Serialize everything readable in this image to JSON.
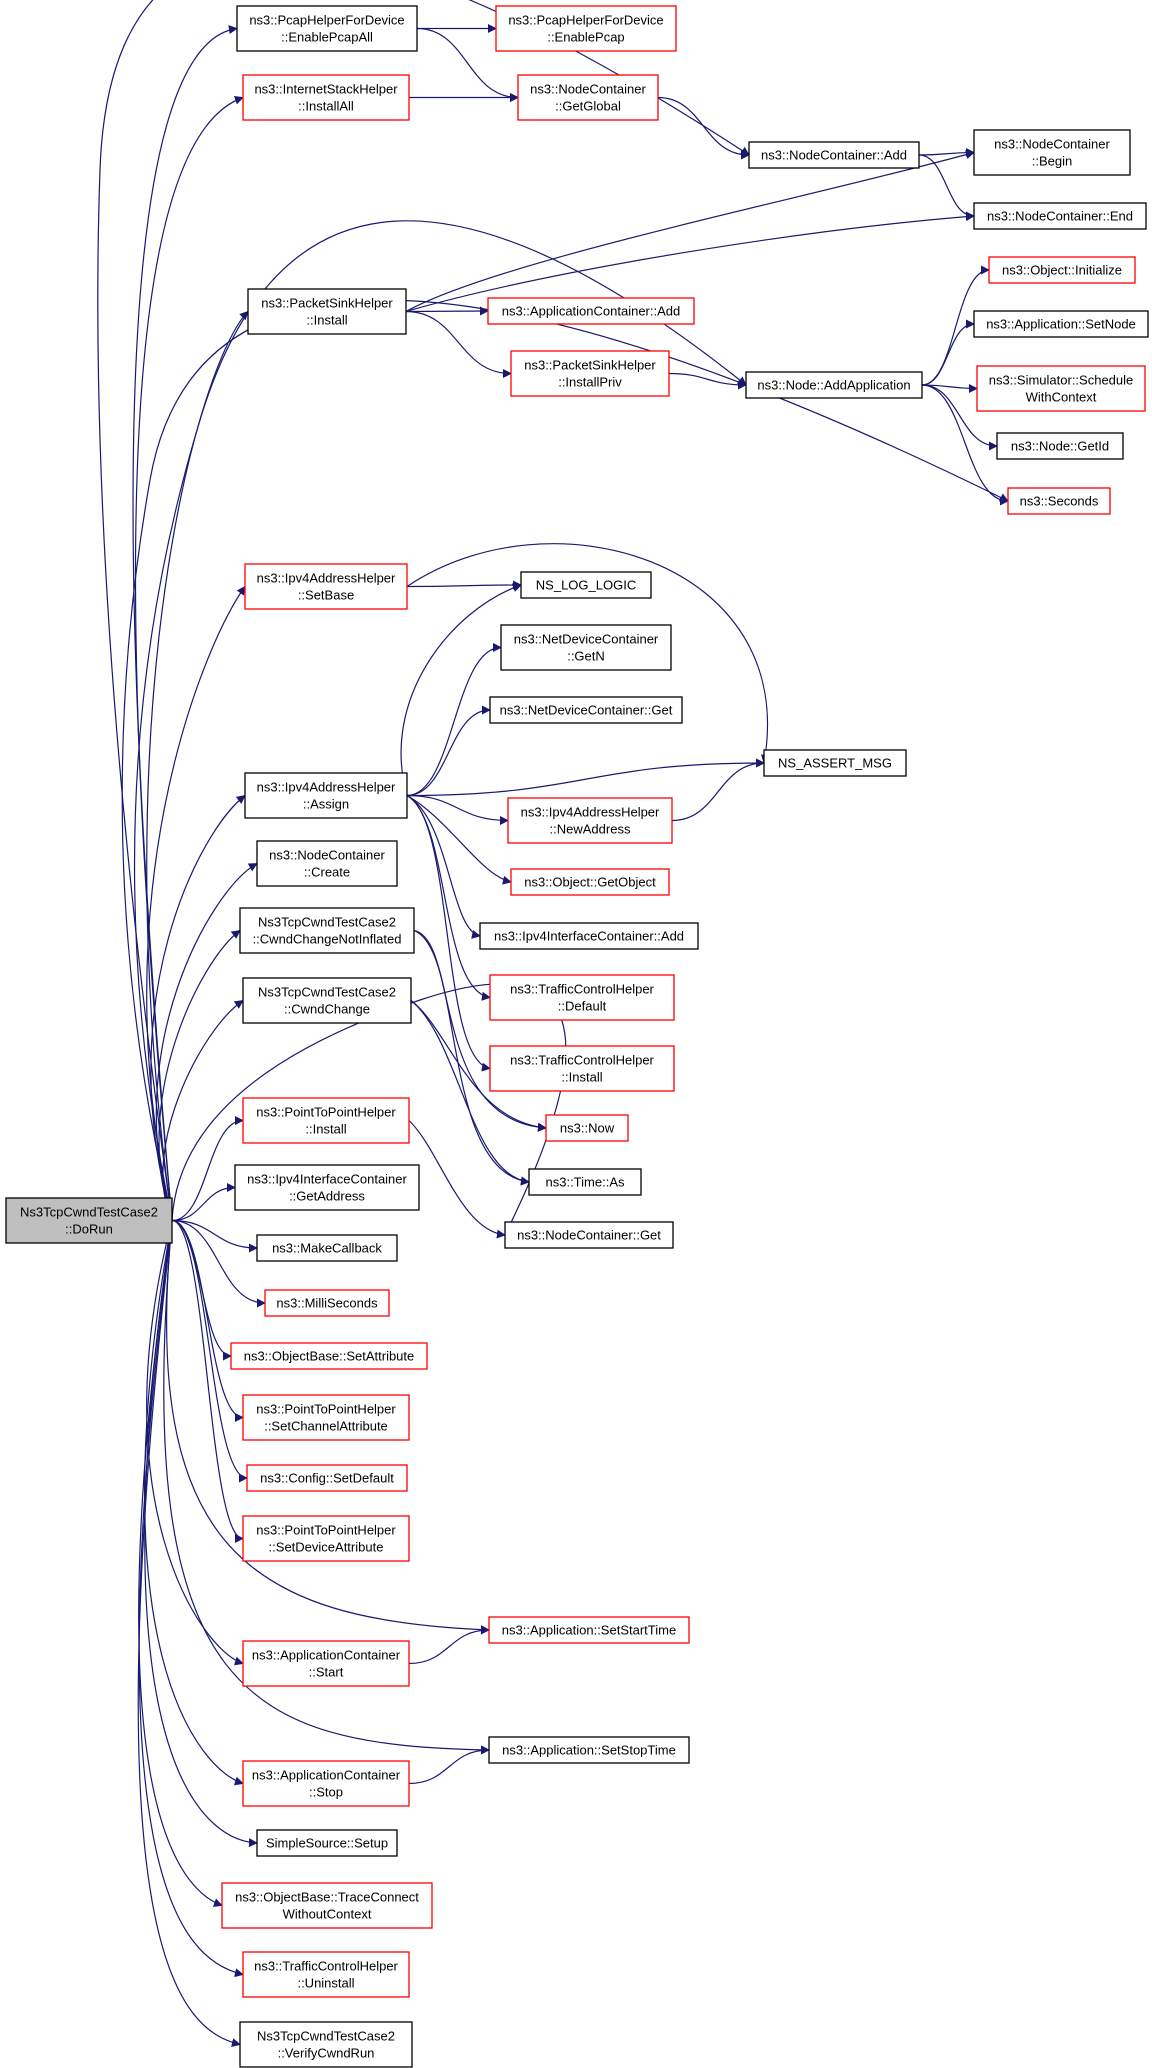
{
  "diagram": {
    "type": "call-graph",
    "colors": {
      "edge": "#191970",
      "box_border_linked": "#ff0000",
      "box_border_plain": "#000000",
      "root_fill": "#bfbfbf"
    },
    "nodes": [
      {
        "id": "root",
        "lines": [
          "Ns3TcpCwndTestCase2",
          "::DoRun"
        ],
        "style": "root"
      },
      {
        "id": "pcap_all",
        "lines": [
          "ns3::PcapHelperForDevice",
          "::EnablePcapAll"
        ],
        "style": "plain"
      },
      {
        "id": "pcap",
        "lines": [
          "ns3::PcapHelperForDevice",
          "::EnablePcap"
        ],
        "style": "red"
      },
      {
        "id": "inet_installall",
        "lines": [
          "ns3::InternetStackHelper",
          "::InstallAll"
        ],
        "style": "red"
      },
      {
        "id": "nc_getglobal",
        "lines": [
          "ns3::NodeContainer",
          "::GetGlobal"
        ],
        "style": "red"
      },
      {
        "id": "nc_add",
        "lines": [
          "ns3::NodeContainer::Add"
        ],
        "style": "plain"
      },
      {
        "id": "nc_begin",
        "lines": [
          "ns3::NodeContainer",
          "::Begin"
        ],
        "style": "plain"
      },
      {
        "id": "nc_end",
        "lines": [
          "ns3::NodeContainer::End"
        ],
        "style": "plain"
      },
      {
        "id": "ps_install",
        "lines": [
          "ns3::PacketSinkHelper",
          "::Install"
        ],
        "style": "plain"
      },
      {
        "id": "ac_add",
        "lines": [
          "ns3::ApplicationContainer::Add"
        ],
        "style": "red"
      },
      {
        "id": "ps_installpriv",
        "lines": [
          "ns3::PacketSinkHelper",
          "::InstallPriv"
        ],
        "style": "red"
      },
      {
        "id": "node_addapp",
        "lines": [
          "ns3::Node::AddApplication"
        ],
        "style": "plain"
      },
      {
        "id": "obj_init",
        "lines": [
          "ns3::Object::Initialize"
        ],
        "style": "red"
      },
      {
        "id": "app_setnode",
        "lines": [
          "ns3::Application::SetNode"
        ],
        "style": "plain"
      },
      {
        "id": "sim_schedule",
        "lines": [
          "ns3::Simulator::Schedule",
          "WithContext"
        ],
        "style": "red"
      },
      {
        "id": "node_getid",
        "lines": [
          "ns3::Node::GetId"
        ],
        "style": "plain"
      },
      {
        "id": "seconds",
        "lines": [
          "ns3::Seconds"
        ],
        "style": "red"
      },
      {
        "id": "ipv4_setbase",
        "lines": [
          "ns3::Ipv4AddressHelper",
          "::SetBase"
        ],
        "style": "red"
      },
      {
        "id": "ns_log_logic",
        "lines": [
          "NS_LOG_LOGIC"
        ],
        "style": "plain"
      },
      {
        "id": "ndc_getn",
        "lines": [
          "ns3::NetDeviceContainer",
          "::GetN"
        ],
        "style": "plain"
      },
      {
        "id": "ndc_get",
        "lines": [
          "ns3::NetDeviceContainer::Get"
        ],
        "style": "plain"
      },
      {
        "id": "ns_assert_msg",
        "lines": [
          "NS_ASSERT_MSG"
        ],
        "style": "plain"
      },
      {
        "id": "ipv4_assign",
        "lines": [
          "ns3::Ipv4AddressHelper",
          "::Assign"
        ],
        "style": "plain"
      },
      {
        "id": "ipv4_newaddr",
        "lines": [
          "ns3::Ipv4AddressHelper",
          "::NewAddress"
        ],
        "style": "red"
      },
      {
        "id": "obj_getobject",
        "lines": [
          "ns3::Object::GetObject"
        ],
        "style": "red"
      },
      {
        "id": "nc_create",
        "lines": [
          "ns3::NodeContainer",
          "::Create"
        ],
        "style": "plain"
      },
      {
        "id": "ipv4ic_add",
        "lines": [
          "ns3::Ipv4InterfaceContainer::Add"
        ],
        "style": "plain"
      },
      {
        "id": "cwnd_notinflated",
        "lines": [
          "Ns3TcpCwndTestCase2",
          "::CwndChangeNotInflated"
        ],
        "style": "plain"
      },
      {
        "id": "tch_default",
        "lines": [
          "ns3::TrafficControlHelper",
          "::Default"
        ],
        "style": "red"
      },
      {
        "id": "cwnd_change",
        "lines": [
          "Ns3TcpCwndTestCase2",
          "::CwndChange"
        ],
        "style": "plain"
      },
      {
        "id": "tch_install",
        "lines": [
          "ns3::TrafficControlHelper",
          "::Install"
        ],
        "style": "red"
      },
      {
        "id": "now",
        "lines": [
          "ns3::Now"
        ],
        "style": "red"
      },
      {
        "id": "p2p_install",
        "lines": [
          "ns3::PointToPointHelper",
          "::Install"
        ],
        "style": "red"
      },
      {
        "id": "time_as",
        "lines": [
          "ns3::Time::As"
        ],
        "style": "plain"
      },
      {
        "id": "ipv4ic_getaddr",
        "lines": [
          "ns3::Ipv4InterfaceContainer",
          "::GetAddress"
        ],
        "style": "plain"
      },
      {
        "id": "nc_get",
        "lines": [
          "ns3::NodeContainer::Get"
        ],
        "style": "plain"
      },
      {
        "id": "makecallback",
        "lines": [
          "ns3::MakeCallback"
        ],
        "style": "plain"
      },
      {
        "id": "milliseconds",
        "lines": [
          "ns3::MilliSeconds"
        ],
        "style": "red"
      },
      {
        "id": "ob_setattr",
        "lines": [
          "ns3::ObjectBase::SetAttribute"
        ],
        "style": "red"
      },
      {
        "id": "p2p_setchan",
        "lines": [
          "ns3::PointToPointHelper",
          "::SetChannelAttribute"
        ],
        "style": "red"
      },
      {
        "id": "config_setdefault",
        "lines": [
          "ns3::Config::SetDefault"
        ],
        "style": "red"
      },
      {
        "id": "p2p_setdev",
        "lines": [
          "ns3::PointToPointHelper",
          "::SetDeviceAttribute"
        ],
        "style": "red"
      },
      {
        "id": "app_setstart",
        "lines": [
          "ns3::Application::SetStartTime"
        ],
        "style": "red"
      },
      {
        "id": "ac_start",
        "lines": [
          "ns3::ApplicationContainer",
          "::Start"
        ],
        "style": "red"
      },
      {
        "id": "app_setstop",
        "lines": [
          "ns3::Application::SetStopTime"
        ],
        "style": "plain"
      },
      {
        "id": "ac_stop",
        "lines": [
          "ns3::ApplicationContainer",
          "::Stop"
        ],
        "style": "red"
      },
      {
        "id": "simplesource_setup",
        "lines": [
          "SimpleSource::Setup"
        ],
        "style": "plain"
      },
      {
        "id": "ob_traceconnect",
        "lines": [
          "ns3::ObjectBase::TraceConnect",
          "WithoutContext"
        ],
        "style": "red"
      },
      {
        "id": "tch_uninstall",
        "lines": [
          "ns3::TrafficControlHelper",
          "::Uninstall"
        ],
        "style": "red"
      },
      {
        "id": "verify_cwnd",
        "lines": [
          "Ns3TcpCwndTestCase2",
          "::VerifyCwndRun"
        ],
        "style": "plain"
      }
    ],
    "edges": [
      [
        "root",
        "pcap_all"
      ],
      [
        "root",
        "inet_installall"
      ],
      [
        "root",
        "nc_add"
      ],
      [
        "root",
        "ps_install"
      ],
      [
        "root",
        "node_addapp"
      ],
      [
        "root",
        "seconds"
      ],
      [
        "root",
        "ipv4_setbase"
      ],
      [
        "root",
        "ipv4_assign"
      ],
      [
        "root",
        "nc_create"
      ],
      [
        "root",
        "cwnd_notinflated"
      ],
      [
        "root",
        "cwnd_change"
      ],
      [
        "root",
        "nc_get"
      ],
      [
        "root",
        "p2p_install"
      ],
      [
        "root",
        "ipv4ic_getaddr"
      ],
      [
        "root",
        "makecallback"
      ],
      [
        "root",
        "milliseconds"
      ],
      [
        "root",
        "ob_setattr"
      ],
      [
        "root",
        "p2p_setchan"
      ],
      [
        "root",
        "config_setdefault"
      ],
      [
        "root",
        "p2p_setdev"
      ],
      [
        "root",
        "app_setstart"
      ],
      [
        "root",
        "ac_start"
      ],
      [
        "root",
        "app_setstop"
      ],
      [
        "root",
        "ac_stop"
      ],
      [
        "root",
        "simplesource_setup"
      ],
      [
        "root",
        "ob_traceconnect"
      ],
      [
        "root",
        "tch_uninstall"
      ],
      [
        "root",
        "verify_cwnd"
      ],
      [
        "pcap_all",
        "pcap"
      ],
      [
        "pcap_all",
        "nc_getglobal"
      ],
      [
        "inet_installall",
        "nc_getglobal"
      ],
      [
        "nc_getglobal",
        "nc_add"
      ],
      [
        "nc_add",
        "nc_begin"
      ],
      [
        "nc_add",
        "nc_end"
      ],
      [
        "ps_install",
        "nc_begin"
      ],
      [
        "ps_install",
        "nc_end"
      ],
      [
        "ps_install",
        "ac_add"
      ],
      [
        "ps_install",
        "ps_installpriv"
      ],
      [
        "ps_installpriv",
        "node_addapp"
      ],
      [
        "node_addapp",
        "obj_init"
      ],
      [
        "node_addapp",
        "app_setnode"
      ],
      [
        "node_addapp",
        "sim_schedule"
      ],
      [
        "node_addapp",
        "node_getid"
      ],
      [
        "node_addapp",
        "seconds"
      ],
      [
        "ipv4_setbase",
        "ns_log_logic"
      ],
      [
        "ipv4_setbase",
        "ns_assert_msg"
      ],
      [
        "ipv4_assign",
        "ns_log_logic"
      ],
      [
        "ipv4_assign",
        "ndc_getn"
      ],
      [
        "ipv4_assign",
        "ndc_get"
      ],
      [
        "ipv4_assign",
        "ns_assert_msg"
      ],
      [
        "ipv4_assign",
        "ipv4_newaddr"
      ],
      [
        "ipv4_assign",
        "obj_getobject"
      ],
      [
        "ipv4_assign",
        "ipv4ic_add"
      ],
      [
        "ipv4_assign",
        "tch_default"
      ],
      [
        "ipv4_assign",
        "tch_install"
      ],
      [
        "ipv4_newaddr",
        "ns_assert_msg"
      ],
      [
        "cwnd_notinflated",
        "now"
      ],
      [
        "cwnd_notinflated",
        "time_as"
      ],
      [
        "cwnd_change",
        "now"
      ],
      [
        "cwnd_change",
        "time_as"
      ],
      [
        "p2p_install",
        "nc_get"
      ],
      [
        "ac_start",
        "app_setstart"
      ],
      [
        "ac_stop",
        "app_setstop"
      ]
    ]
  }
}
